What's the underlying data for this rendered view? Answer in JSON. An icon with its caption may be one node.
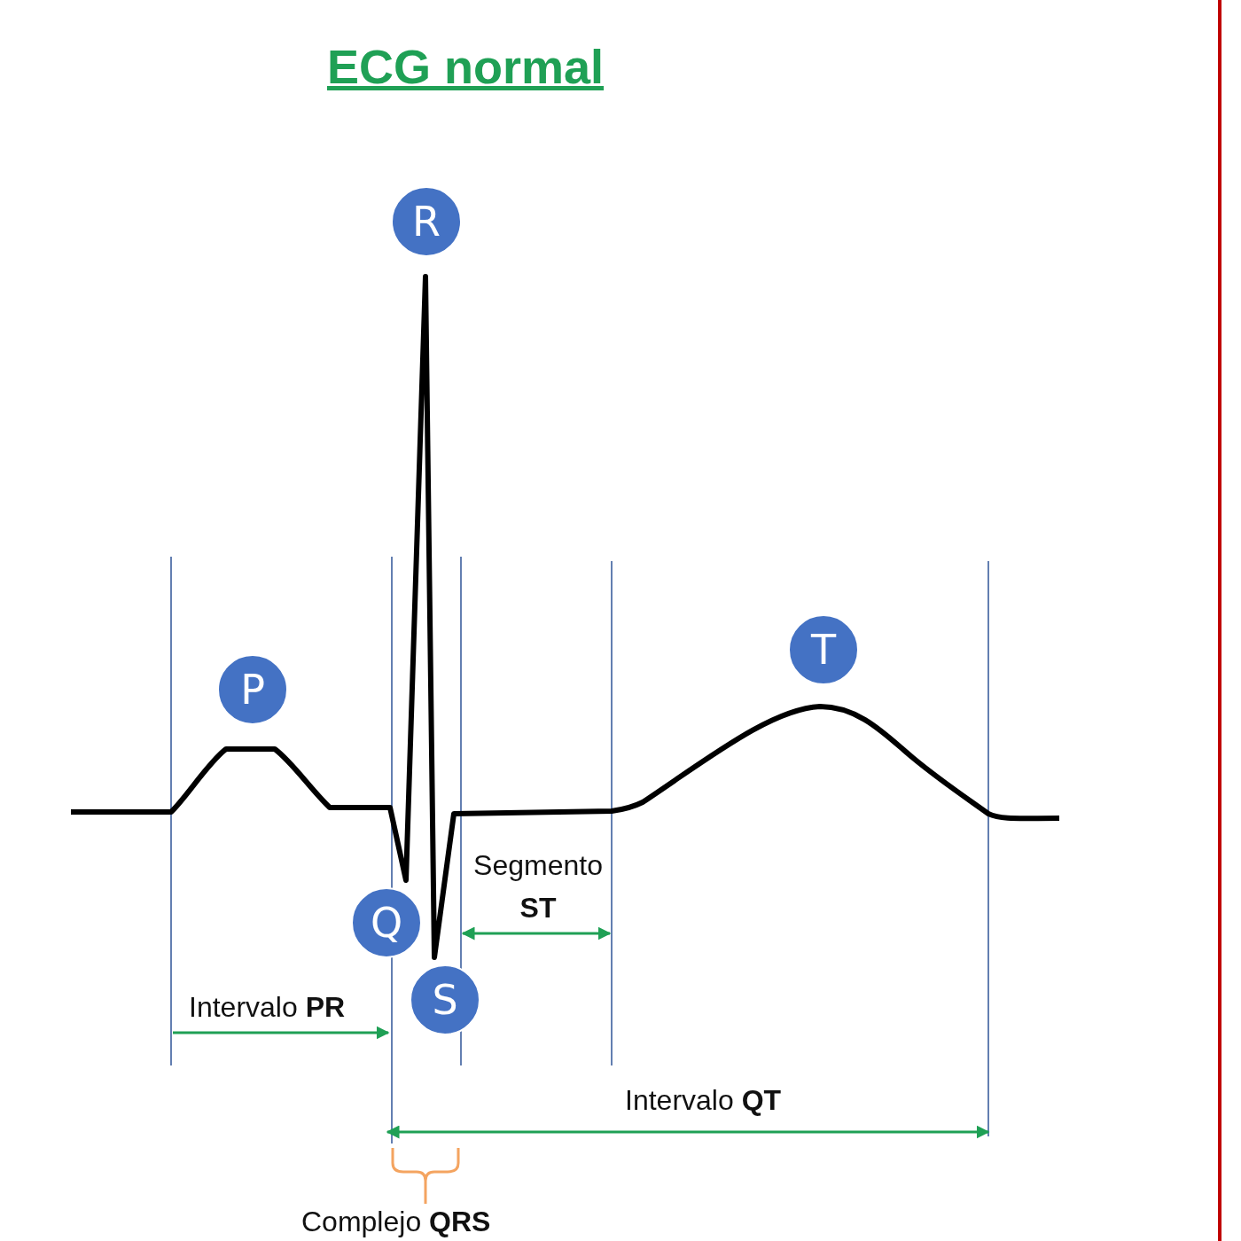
{
  "diagram": {
    "title": "ECG normal",
    "nodes": [
      {
        "text": [
          "R"
        ]
      },
      {
        "text": [
          "P"
        ]
      },
      {
        "text": [
          "T"
        ]
      },
      {
        "text": [
          "Q"
        ]
      },
      {
        "text": [
          "S"
        ]
      }
    ],
    "labels": [
      "Segmento **ST**",
      "Intervalo **PR**",
      "Intervalo **QT**",
      "Complejo **QRS**"
    ]
  }
}
